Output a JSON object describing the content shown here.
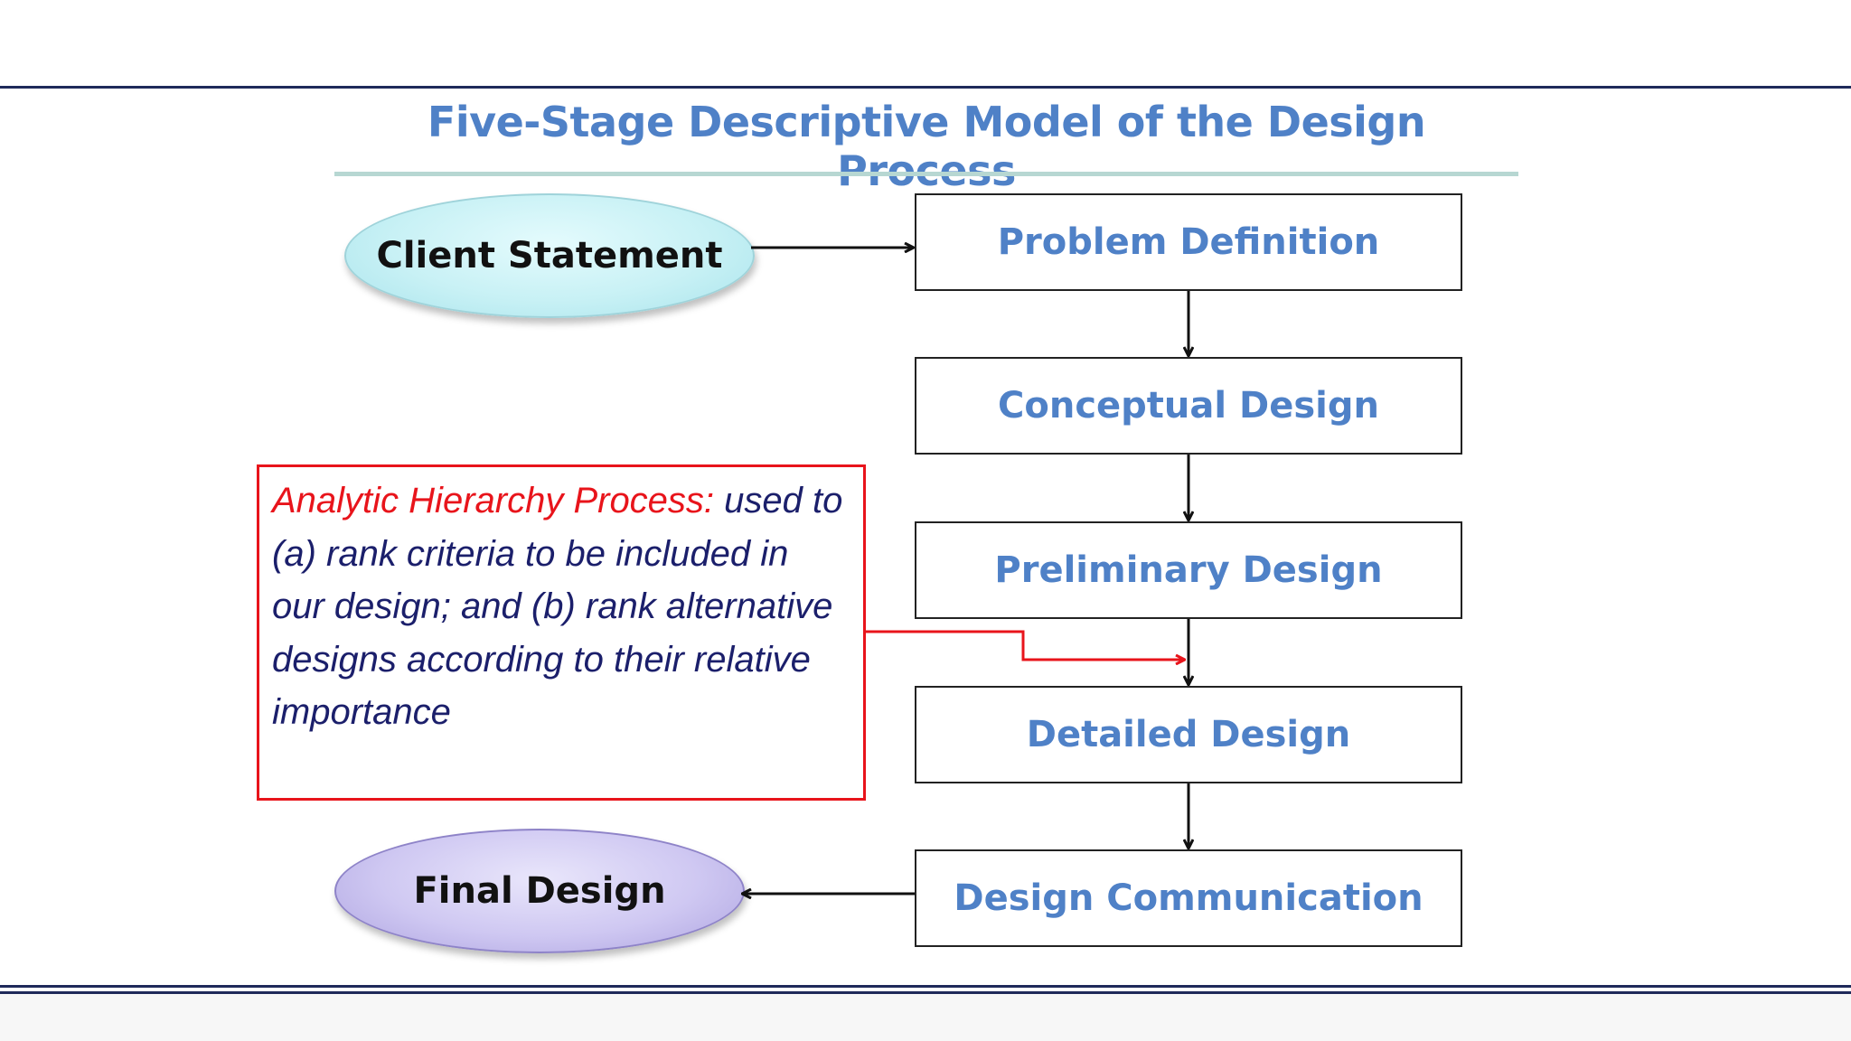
{
  "title": "Five-Stage Descriptive Model of the Design Process",
  "client_statement": "Client Statement",
  "final_design": "Final Design",
  "stages": [
    "Problem Definition",
    "Conceptual Design",
    "Preliminary Design",
    "Detailed Design",
    "Design Communication"
  ],
  "note": {
    "highlight": "Analytic Hierarchy Process:",
    "text": " used to (a) rank criteria to be included in our design; and (b) rank alternative designs according to their relative importance"
  },
  "colors": {
    "title": "#4f81c7",
    "stage_text": "#4f81c7",
    "note_border": "#e8141b",
    "note_text": "#1b1f6b",
    "rule": "#1f2a5a"
  }
}
